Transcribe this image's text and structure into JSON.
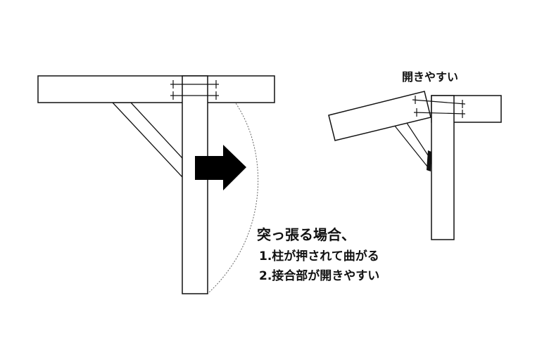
{
  "right_label": "開きやすい",
  "caption": {
    "title": "突っ張る場合、",
    "items": [
      "1.柱が押されて曲がる",
      "2.接合部が開きやすい"
    ]
  }
}
